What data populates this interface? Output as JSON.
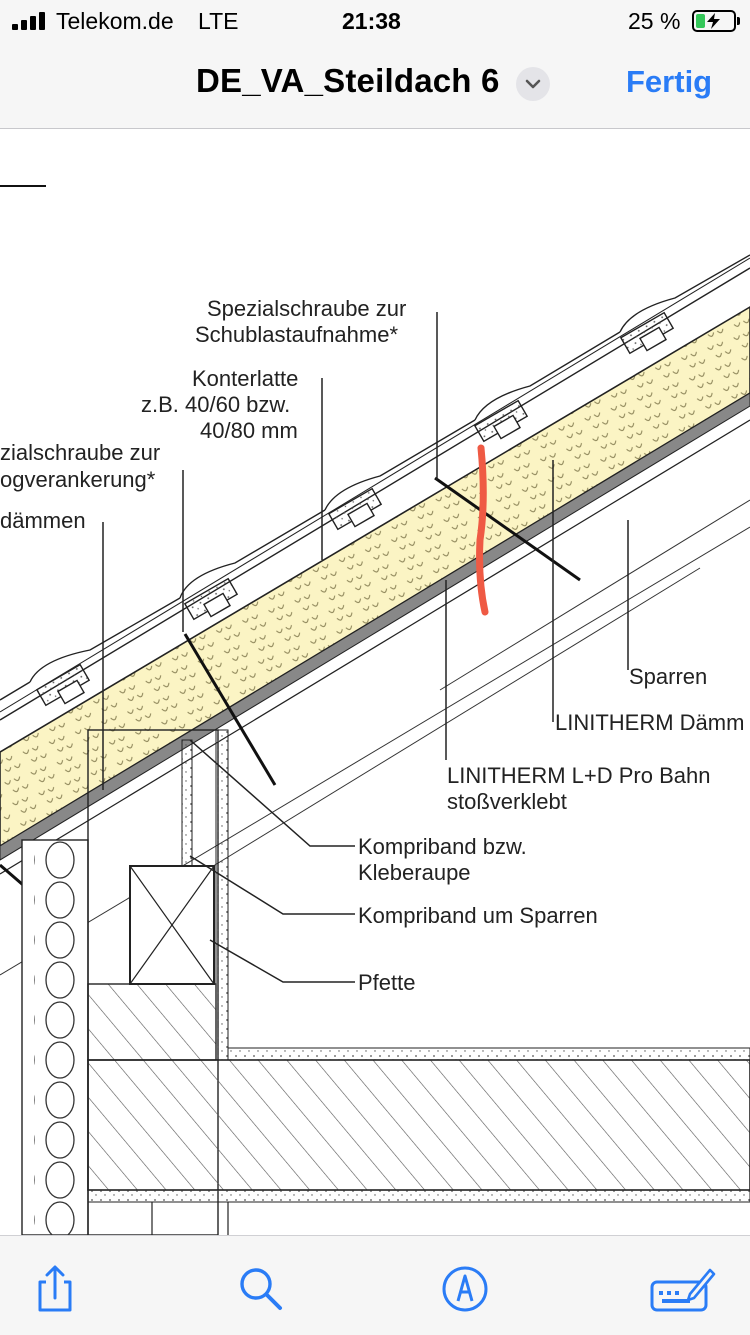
{
  "status_bar": {
    "carrier": "Telekom.de",
    "network": "LTE",
    "time": "21:38",
    "battery_percent": "25 %",
    "battery_level": 0.25
  },
  "nav": {
    "title": "DE_VA_Steildach 6",
    "done_label": "Fertig"
  },
  "drawing": {
    "labels": {
      "spezialschraube_schub_1": "Spezialschraube zur",
      "spezialschraube_schub_2": "Schublastaufnahme*",
      "konterlatte_1": "Konterlatte",
      "konterlatte_2": "z.B. 40/60 bzw.",
      "konterlatte_3": "40/80 mm",
      "spezialschraube_sog_1": "zialschraube zur",
      "spezialschraube_sog_2": "ogverankerung*",
      "daemmen": "dämmen",
      "sparren": "Sparren",
      "linitherm_daemm": "LINITHERM Dämm",
      "linitherm_bahn_1": "LINITHERM L+D Pro Bahn",
      "linitherm_bahn_2": "stoßverklebt",
      "kompriband_1": "Kompriband bzw.",
      "kompriband_2": "Kleberaupe",
      "kompriband_sparren": "Kompriband um Sparren",
      "pfette": "Pfette"
    },
    "colors": {
      "insulation": "#fbf4c4",
      "markup": "#ef5a44",
      "line": "#1a1a1a"
    }
  },
  "toolbar": {
    "items": [
      "share-icon",
      "search-icon",
      "markup-icon",
      "annotate-icon"
    ],
    "accent": "#2a7cf6"
  }
}
